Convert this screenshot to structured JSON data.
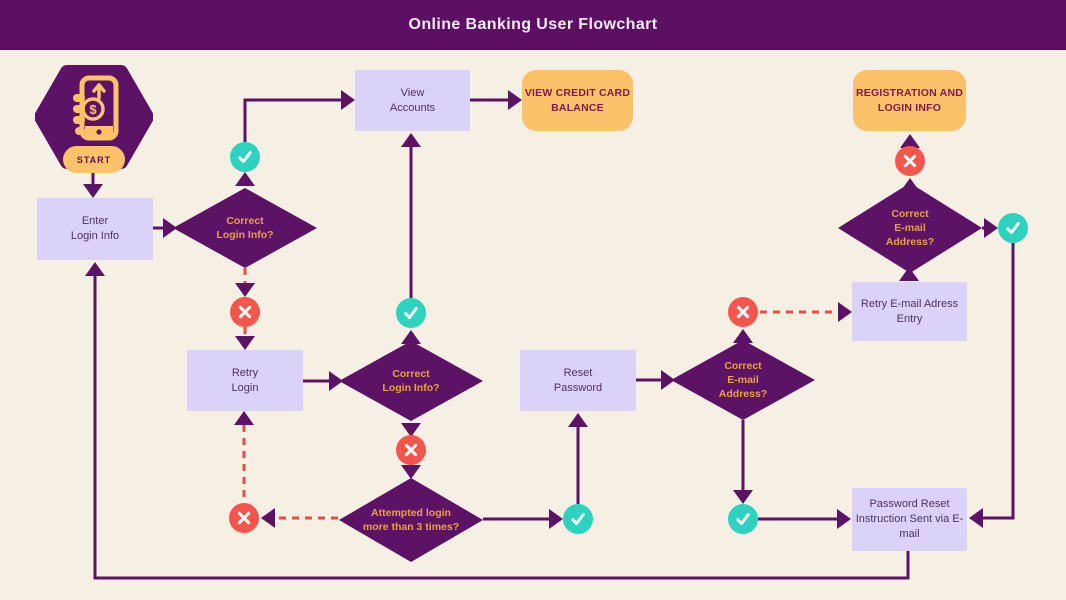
{
  "header": {
    "title": "Online Banking User Flowchart"
  },
  "start": {
    "label": "START"
  },
  "nodes": {
    "enter_login": {
      "type": "process",
      "label": "Enter\nLogin Info"
    },
    "correct_login_1": {
      "type": "decision",
      "label": "Correct\nLogin Info?"
    },
    "view_accounts": {
      "type": "process",
      "label": "View\nAccounts"
    },
    "view_credit_card_balance": {
      "type": "terminal",
      "label": "VIEW CREDIT CARD\nBALANCE"
    },
    "retry_login": {
      "type": "process",
      "label": "Retry\nLogin"
    },
    "correct_login_2": {
      "type": "decision",
      "label": "Correct\nLogin Info?"
    },
    "attempted_login": {
      "type": "decision",
      "label": "Attempted login\nmore than 3 times?"
    },
    "reset_password": {
      "type": "process",
      "label": "Reset\nPassword"
    },
    "correct_email_1": {
      "type": "decision",
      "label": "Correct\nE-mail\nAddress?"
    },
    "retry_email_entry": {
      "type": "process",
      "label": "Retry E-mail Adress\nEntry"
    },
    "password_reset_sent": {
      "type": "process",
      "label": "Password Reset\nInstruction Sent via E-\nmail"
    },
    "correct_email_2": {
      "type": "decision",
      "label": "Correct\nE-mail\nAddress?"
    },
    "registration_login_info": {
      "type": "terminal",
      "label": "REGISTRATION AND\nLOGIN INFO"
    }
  },
  "markers": {
    "yes": "check",
    "no": "cross"
  },
  "colors": {
    "background": "#f6efe3",
    "header_purple": "#5c1063",
    "shape_purple": "#5d1365",
    "light_purple": "#dad2f9",
    "orange": "#fcc269",
    "teal": "#2ed3c0",
    "red": "#f4564e",
    "diamond_text": "#e8a33c",
    "box_text": "#503062",
    "orange_text": "#7d1a50",
    "dashed_red": "#ea4b45"
  }
}
